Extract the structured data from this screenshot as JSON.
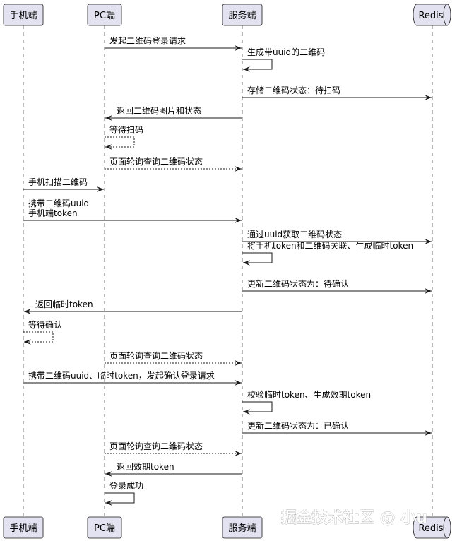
{
  "participants": [
    {
      "id": "mobile",
      "label": "手机端",
      "shape": "box"
    },
    {
      "id": "pc",
      "label": "PC端",
      "shape": "box"
    },
    {
      "id": "server",
      "label": "服务端",
      "shape": "box"
    },
    {
      "id": "redis",
      "label": "Redis",
      "shape": "database"
    }
  ],
  "messages": [
    {
      "from": "pc",
      "to": "server",
      "lines": [
        "发起二维码登录请求"
      ],
      "style": "solid"
    },
    {
      "from": "server",
      "to": "server",
      "lines": [
        "生成带uuid的二维码"
      ],
      "style": "solid"
    },
    {
      "from": "server",
      "to": "redis",
      "lines": [
        "存储二维码状态：待扫码"
      ],
      "style": "solid"
    },
    {
      "from": "server",
      "to": "pc",
      "lines": [
        "返回二维码图片和状态"
      ],
      "style": "solid"
    },
    {
      "from": "pc",
      "to": "pc",
      "lines": [
        "等待扫码"
      ],
      "style": "dashed"
    },
    {
      "from": "pc",
      "to": "server",
      "lines": [
        "页面轮询查询二维码状态"
      ],
      "style": "dashed"
    },
    {
      "from": "mobile",
      "to": "pc",
      "lines": [
        "手机扫描二维码"
      ],
      "style": "solid"
    },
    {
      "from": "mobile",
      "to": "server",
      "lines": [
        "携带二维码uuid",
        "手机端token"
      ],
      "style": "solid"
    },
    {
      "from": "server",
      "to": "redis",
      "lines": [
        "通过uuid获取二维码状态"
      ],
      "style": "solid"
    },
    {
      "from": "server",
      "to": "server",
      "lines": [
        "将手机token和二维码关联、生成临时token"
      ],
      "style": "solid"
    },
    {
      "from": "server",
      "to": "redis",
      "lines": [
        "更新二维码状态为：待确认"
      ],
      "style": "solid"
    },
    {
      "from": "server",
      "to": "mobile",
      "lines": [
        "返回临时token"
      ],
      "style": "solid"
    },
    {
      "from": "mobile",
      "to": "mobile",
      "lines": [
        "等待确认"
      ],
      "style": "dashed"
    },
    {
      "from": "pc",
      "to": "server",
      "lines": [
        "页面轮询查询二维码状态"
      ],
      "style": "dashed"
    },
    {
      "from": "mobile",
      "to": "server",
      "lines": [
        "携带二维码uuid、临时token，发起确认登录请求"
      ],
      "style": "solid"
    },
    {
      "from": "server",
      "to": "server",
      "lines": [
        "校验临时token、生成效期token"
      ],
      "style": "solid"
    },
    {
      "from": "server",
      "to": "redis",
      "lines": [
        "更新二维码状态为：已确认"
      ],
      "style": "solid"
    },
    {
      "from": "pc",
      "to": "server",
      "lines": [
        "页面轮询查询二维码状态"
      ],
      "style": "dashed"
    },
    {
      "from": "server",
      "to": "pc",
      "lines": [
        "返回效期token"
      ],
      "style": "solid"
    },
    {
      "from": "pc",
      "to": "pc",
      "lines": [
        "登录成功"
      ],
      "style": "solid"
    }
  ],
  "watermark": "掘金技术社区 @ 小u"
}
